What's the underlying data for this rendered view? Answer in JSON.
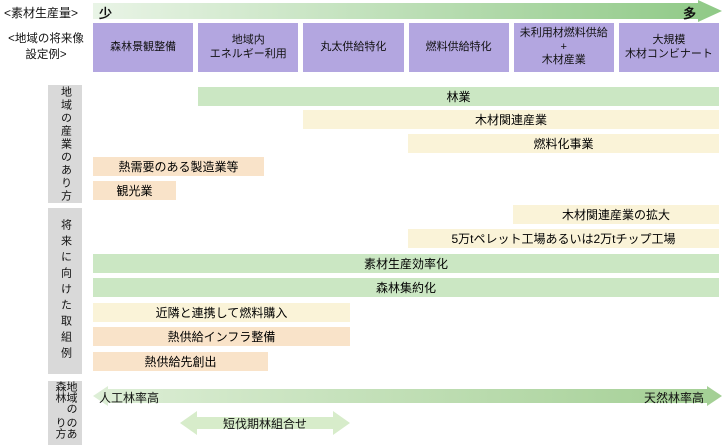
{
  "palette": {
    "scenario_purple": "#b3a6e0",
    "bar_green": "#cbe7c3",
    "bar_yellow": "#faf3d8",
    "bar_peach": "#f9e3c9",
    "sidebar_gray": "#d9d9d9",
    "arrow_gradient_light": "#e9f4e6",
    "arrow_gradient_dark": "#97cb8d"
  },
  "header": {
    "material_label": "<素材生産量>",
    "scale_low": "少",
    "scale_high": "多",
    "vision_label": "<地域の将来像\n設定例>",
    "scenarios": [
      "森林景観整備",
      "地域内\nエネルギー利用",
      "丸太供給特化",
      "燃料供給特化",
      "未利用材燃料供給\n+\n木材産業",
      "大規模\n木材コンビナート"
    ]
  },
  "sidebar": {
    "sections": [
      {
        "label": "地域の産業のあり方"
      },
      {
        "label": "将来に向けた取組例"
      },
      {
        "lines": [
          "地域の森林",
          "のあり方"
        ]
      }
    ]
  },
  "industry_bars": [
    {
      "label": "林業"
    },
    {
      "label": "木材関連産業"
    },
    {
      "label": "燃料化事業"
    },
    {
      "label": "熱需要のある製造業等"
    },
    {
      "label": "観光業"
    }
  ],
  "initiative_bars": [
    {
      "label": "木材関連産業の拡大"
    },
    {
      "label": "5万tペレット工場あるいは2万tチップ工場"
    },
    {
      "label": "素材生産効率化"
    },
    {
      "label": "森林集約化"
    },
    {
      "label": "近隣と連携して燃料購入"
    },
    {
      "label": "熱供給インフラ整備"
    },
    {
      "label": "熱供給先創出"
    }
  ],
  "forest": {
    "left_label": "人工林率高",
    "right_label": "天然林率高",
    "short_rotation_label": "短伐期林組合せ"
  }
}
